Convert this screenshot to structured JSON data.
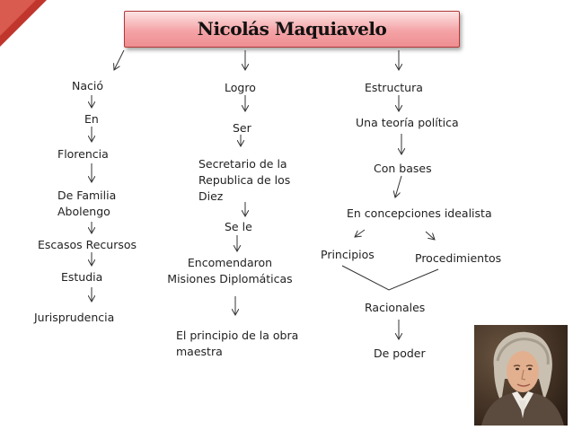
{
  "title": "Nicolás Maquiavelo",
  "branches": {
    "left": {
      "nacio": "Nació",
      "en": "En",
      "florencia": "Florencia",
      "familia_1": "De Familia",
      "familia_2": "Abolengo",
      "recursos": "Escasos Recursos",
      "estudia": "Estudia",
      "jurisprudencia": "Jurisprudencia"
    },
    "middle": {
      "logro": "Logro",
      "ser": "Ser",
      "secretario_1": "Secretario de la",
      "secretario_2": "Republica de los",
      "secretario_3": "Diez",
      "se_le": "Se le",
      "encomendaron_1": "Encomendaron",
      "encomendaron_2": "Misiones Diplomáticas",
      "principio_1": "El principio de la obra",
      "principio_2": "maestra"
    },
    "right": {
      "estructura": "Estructura",
      "teoria": "Una teoría política",
      "con_bases": "Con bases",
      "concepciones": "En concepciones idealista",
      "principios": "Principios",
      "procedimientos": "Procedimientos",
      "racionales": "Racionales",
      "de_poder": "De poder"
    }
  },
  "colors": {
    "title_fill": "#f4a3a6",
    "title_border": "#b23a3a",
    "corner": "#c0362c",
    "line": "#333333"
  }
}
